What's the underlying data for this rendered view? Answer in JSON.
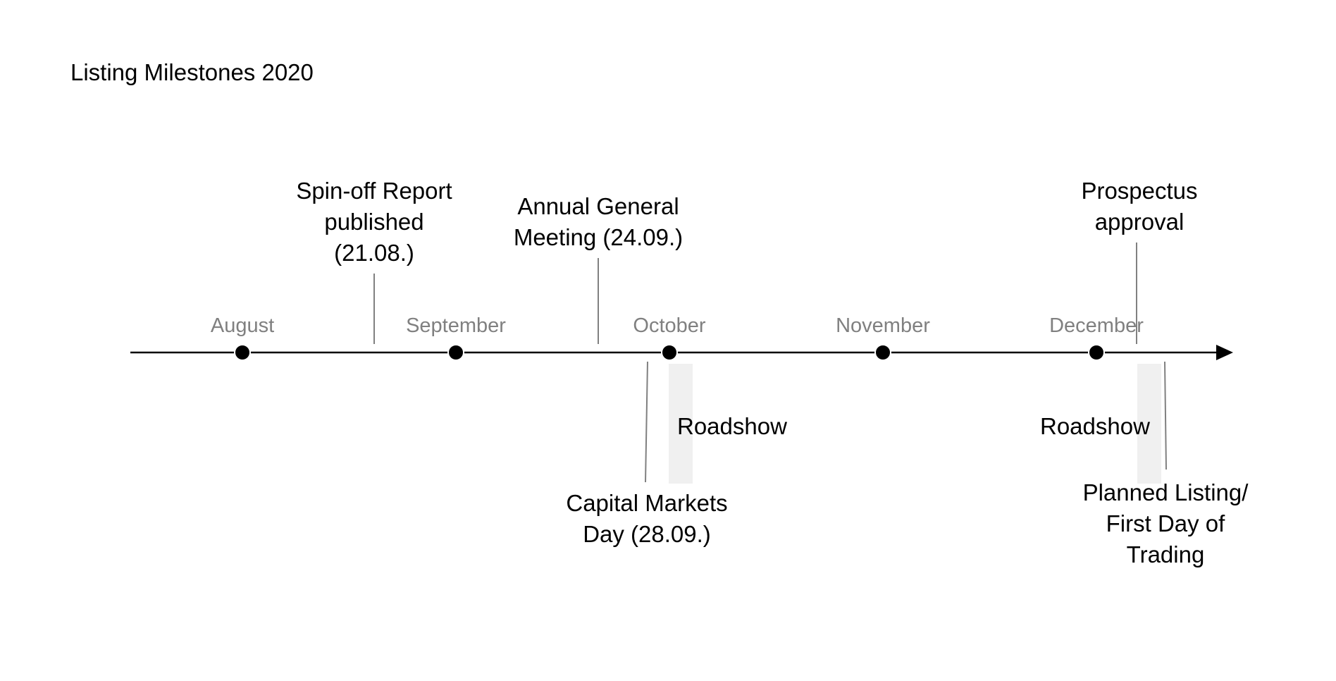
{
  "title": "Listing Milestones 2020",
  "months": [
    "August",
    "September",
    "October",
    "November",
    "December"
  ],
  "events": {
    "spin_off": "Spin-off Report\npublished\n(21.08.)",
    "agm": "Annual General\nMeeting (24.09.)",
    "prospectus": "Prospectus\napproval",
    "cmd": "Capital Markets\nDay (28.09.)",
    "listing": "Planned Listing/\nFirst Day of Trading"
  },
  "roadshows": [
    "Roadshow",
    "Roadshow"
  ],
  "colors": {
    "axis": "#000000",
    "month_label": "#808080",
    "connector": "#808080",
    "roadshow_band": "#f0f0f0"
  }
}
